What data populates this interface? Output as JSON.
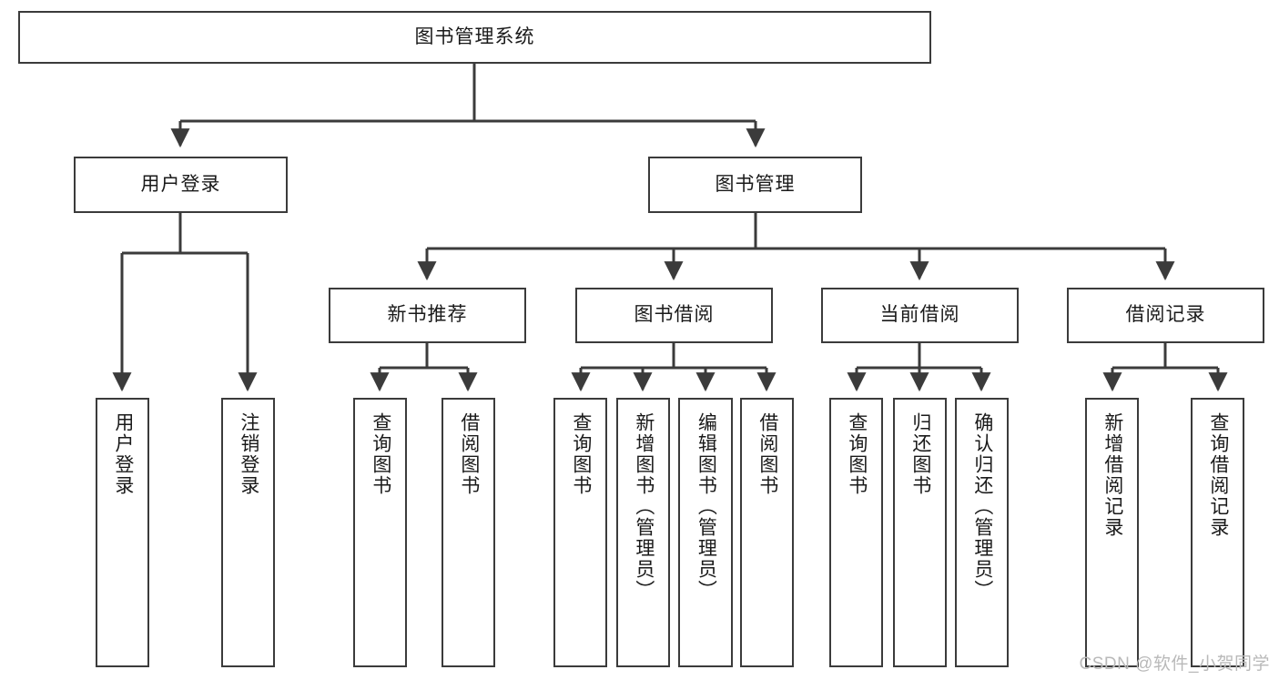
{
  "diagram": {
    "type": "tree-hierarchy-chart",
    "title": "图书管理系统",
    "root": {
      "id": "root",
      "label": "图书管理系统"
    },
    "level2": [
      {
        "id": "user-login",
        "label": "用户登录"
      },
      {
        "id": "book-management",
        "label": "图书管理"
      }
    ],
    "level3": [
      {
        "id": "new-book-recommend",
        "label": "新书推荐",
        "parent": "book-management"
      },
      {
        "id": "book-borrow",
        "label": "图书借阅",
        "parent": "book-management"
      },
      {
        "id": "current-borrow",
        "label": "当前借阅",
        "parent": "book-management"
      },
      {
        "id": "borrow-record",
        "label": "借阅记录",
        "parent": "book-management"
      }
    ],
    "leaves": [
      {
        "id": "leaf-user-login",
        "label": "用户登录",
        "parent": "user-login"
      },
      {
        "id": "leaf-logout-login",
        "label": "注销登录",
        "parent": "user-login"
      },
      {
        "id": "leaf-query-book-1",
        "label": "查询图书",
        "parent": "new-book-recommend"
      },
      {
        "id": "leaf-borrow-book-1",
        "label": "借阅图书",
        "parent": "new-book-recommend"
      },
      {
        "id": "leaf-query-book-2",
        "label": "查询图书",
        "parent": "book-borrow"
      },
      {
        "id": "leaf-add-book",
        "label": "新增图书（管理员）",
        "parent": "book-borrow"
      },
      {
        "id": "leaf-edit-book",
        "label": "编辑图书（管理员）",
        "parent": "book-borrow"
      },
      {
        "id": "leaf-borrow-book-2",
        "label": "借阅图书",
        "parent": "book-borrow"
      },
      {
        "id": "leaf-query-book-3",
        "label": "查询图书",
        "parent": "current-borrow"
      },
      {
        "id": "leaf-return-book",
        "label": "归还图书",
        "parent": "current-borrow"
      },
      {
        "id": "leaf-confirm-return",
        "label": "确认归还（管理员）",
        "parent": "current-borrow"
      },
      {
        "id": "leaf-add-record",
        "label": "新增借阅记录",
        "parent": "borrow-record"
      },
      {
        "id": "leaf-query-record",
        "label": "查询借阅记录",
        "parent": "borrow-record"
      }
    ],
    "colors": {
      "stroke": "#3b3b3b",
      "fill": "#ffffff",
      "text": "#1a1a1a",
      "watermark": "#b9b9b9"
    }
  },
  "watermark": {
    "text": "CSDN @软件_小贺同学"
  }
}
